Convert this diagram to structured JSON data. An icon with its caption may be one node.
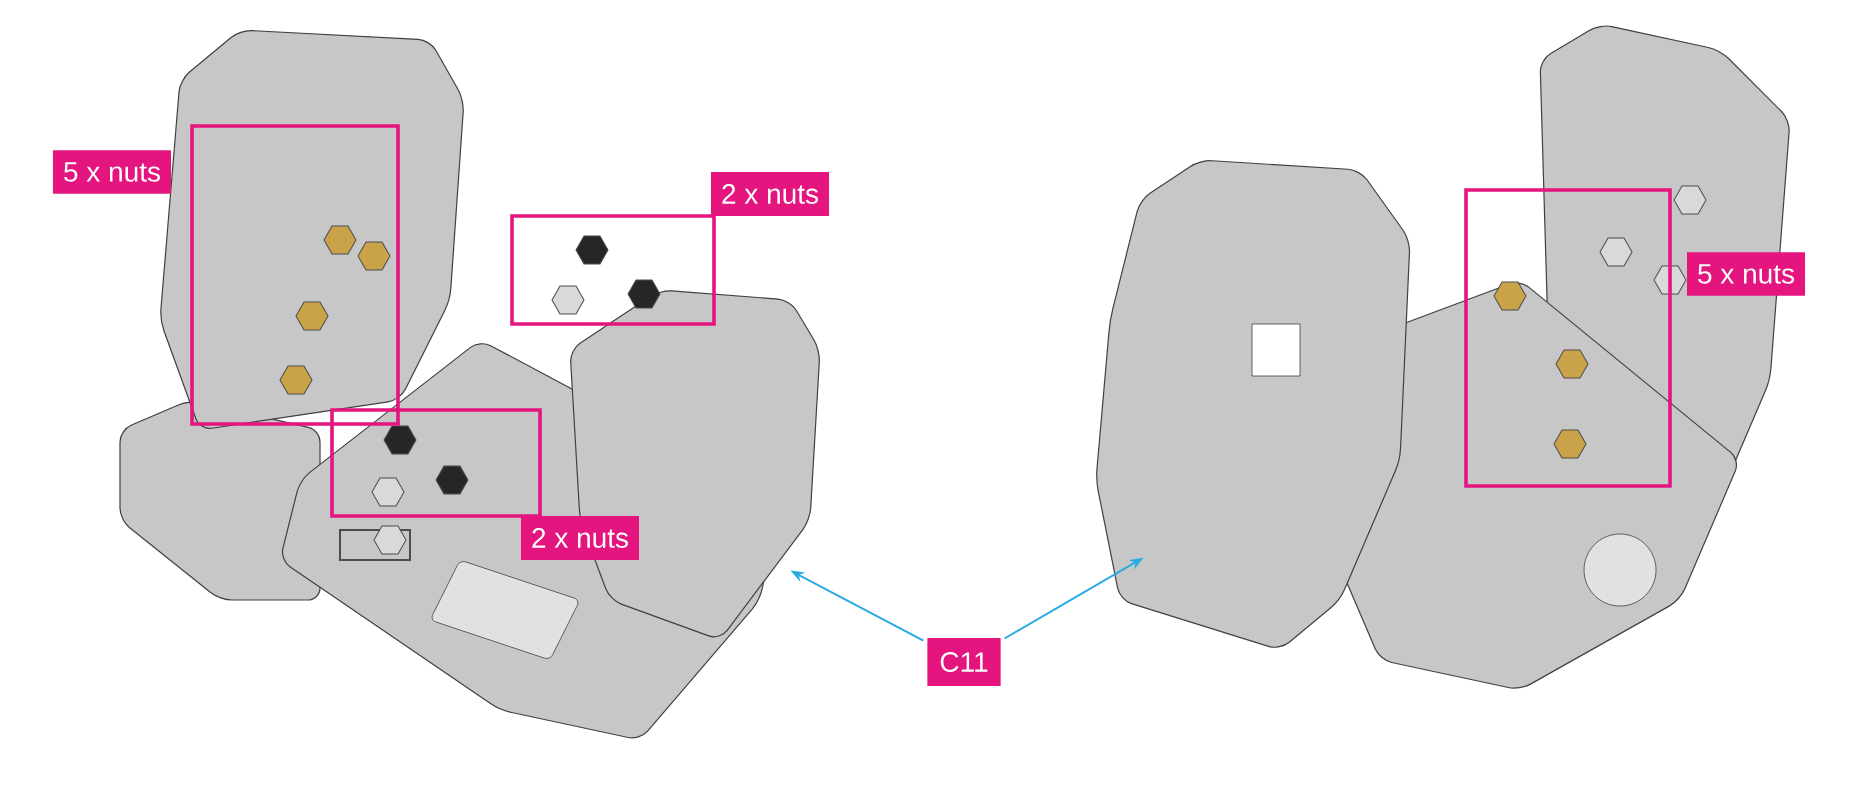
{
  "diagram": {
    "nodes": [
      {
        "text": [
          "5 x nuts"
        ],
        "in": 5
      },
      {
        "text": [
          "2 x nuts"
        ],
        "in": 5
      },
      {
        "text": [
          "2 x nuts"
        ],
        "in": 5
      },
      {
        "text": [
          "5 x nuts"
        ],
        "in": 6
      },
      {
        "text": [
          "C11"
        ]
      },
      {
        "text": [],
        "shape": "picture"
      },
      {
        "text": [],
        "shape": "picture"
      }
    ],
    "edges": [
      {
        "from": 4,
        "to": 5,
        "arrow": "to"
      },
      {
        "from": 4,
        "to": 6,
        "arrow": "to"
      }
    ]
  }
}
